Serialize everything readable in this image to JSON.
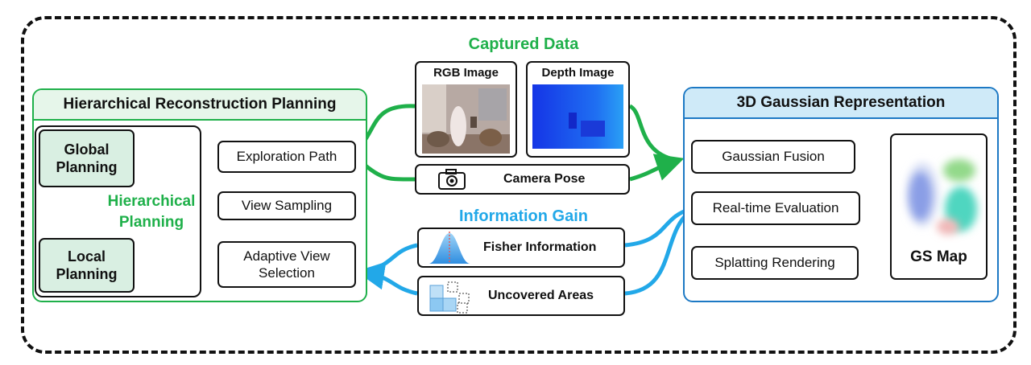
{
  "captured_data": {
    "title": "Captured Data",
    "rgb_label": "RGB Image",
    "depth_label": "Depth Image",
    "camera_pose": "Camera Pose"
  },
  "planning": {
    "title": "Hierarchical Reconstruction Planning",
    "global": "Global Planning",
    "local": "Local Planning",
    "hierarchical": "Hierarchical Planning",
    "exploration_path": "Exploration Path",
    "view_sampling": "View Sampling",
    "adaptive_view": "Adaptive View Selection"
  },
  "info_gain": {
    "title": "Information Gain",
    "fisher": "Fisher Information",
    "uncovered": "Uncovered Areas"
  },
  "gaussian": {
    "title": "3D Gaussian Representation",
    "fusion": "Gaussian Fusion",
    "evaluation": "Real-time Evaluation",
    "splatting": "Splatting Rendering",
    "map": "GS Map"
  },
  "colors": {
    "green": "#1fb04a",
    "blue": "#22a8e8",
    "panel_green_fill": "#e6f6ea",
    "panel_blue_fill": "#cfeaf8"
  }
}
